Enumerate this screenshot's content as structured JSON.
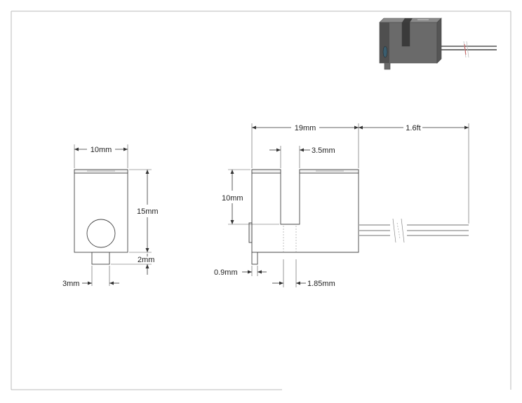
{
  "dimensions": {
    "front_width": "10mm",
    "front_height": "15mm",
    "front_tab_height": "2mm",
    "front_tab_width": "3mm",
    "side_length": "19mm",
    "side_slot_width": "3.5mm",
    "side_slot_depth": "10mm",
    "side_tab_thickness": "0.9mm",
    "side_tab_offset": "1.85mm",
    "cable_length": "1.6ft"
  },
  "colors": {
    "body_dark": "#555555",
    "body_mid": "#6a6a6a",
    "body_light": "#7d7d7d",
    "wire_dark": "#333333",
    "lens": "#3a5d6e"
  }
}
